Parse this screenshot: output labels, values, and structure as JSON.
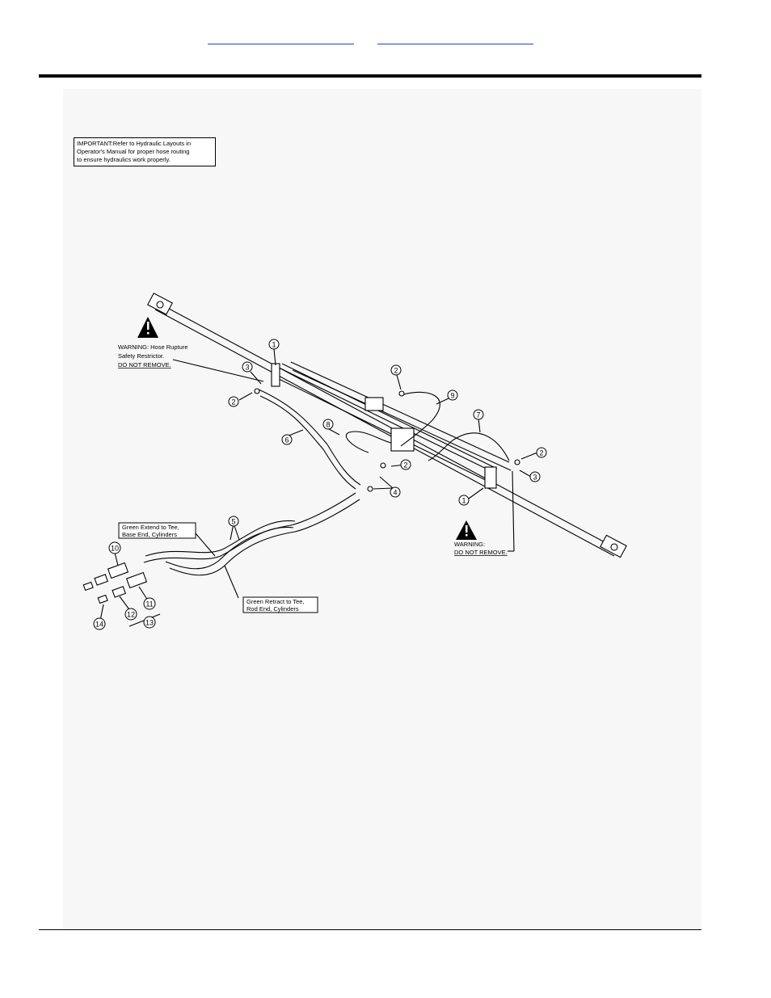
{
  "header": {
    "links": [
      "",
      ""
    ]
  },
  "notes": {
    "important": {
      "line1": "IMPORTANT:Refer to Hydraulic Layouts in",
      "line2": "Operator's Manual for proper hose routing",
      "line3": "to ensure hydraulics work properly."
    },
    "warning_top": {
      "line1": "WARNING: Hose Rupture",
      "line2": "Safety Restrictor.",
      "line3": "DO NOT REMOVE."
    },
    "warning_bottom": {
      "line1": "WARNING:",
      "line2": "DO NOT REMOVE."
    },
    "green_extend": {
      "line1": "Green Extend to Tee,",
      "line2": "Base End, Cylinders"
    },
    "green_retract": {
      "line1": "Green Retract to Tee,",
      "line2": "Rod End, Cylinders"
    }
  },
  "callouts": {
    "c1a": "1",
    "c1b": "1",
    "c2a": "2",
    "c2b": "2",
    "c2c": "2",
    "c2d": "2",
    "c3a": "3",
    "c3b": "3",
    "c4": "4",
    "c5": "5",
    "c6": "6",
    "c7": "7",
    "c8": "8",
    "c9": "9",
    "c10": "10",
    "c11": "11",
    "c12": "12",
    "c13": "13",
    "c14": "14"
  },
  "colors": {
    "link": "#2a3bd6",
    "ink": "#000000"
  }
}
